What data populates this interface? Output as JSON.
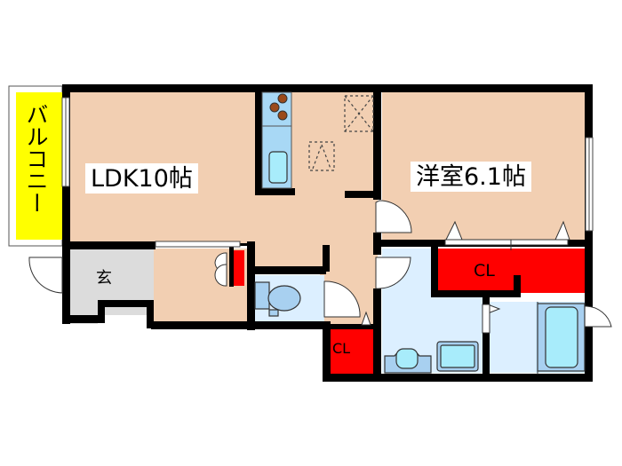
{
  "floor_plan": {
    "rooms": {
      "ldk": {
        "label": "LDK10帖",
        "color": "#f2cfb2"
      },
      "western_room": {
        "label": "洋室6.1帖",
        "color": "#f2cfb2"
      },
      "balcony": {
        "label": "バルコニー",
        "color": "#ffff00"
      },
      "entrance": {
        "label": "玄",
        "color": "#dcdcdc"
      },
      "closet_bedroom": {
        "label": "CL",
        "color": "#ff0000"
      },
      "closet_hall": {
        "label": "CL",
        "color": "#ff0000"
      },
      "toilet": {
        "color": "#dcefff"
      },
      "washroom": {
        "color": "#dcefff"
      },
      "bathroom": {
        "color": "#dcefff"
      }
    },
    "colors": {
      "wall": "#000000",
      "floor_wood": "#f2cfb2",
      "wet_area": "#dcefff",
      "fixture_blue": "#a8ecfb",
      "closet_red": "#ff0000",
      "balcony_yellow": "#ffff00",
      "entrance_gray": "#dcdcdc",
      "stove_burner": "#9b4a1a"
    },
    "icons": [
      "kitchen-stove-icon",
      "kitchen-sink-icon",
      "toilet-icon",
      "washbasin-icon",
      "washing-machine-icon",
      "bathtub-icon",
      "door-swing-icon",
      "refrigerator-space-icon",
      "storage-space-icon",
      "window-icon"
    ]
  }
}
